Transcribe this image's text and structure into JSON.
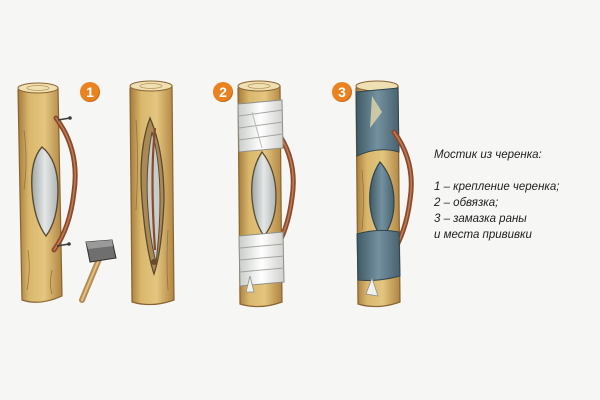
{
  "badges": [
    "1",
    "2",
    "3"
  ],
  "legend": {
    "title": "Мостик из черенка:",
    "items": [
      "1 – крепление черенка;",
      "2 – обвязка;",
      "3 – замазка раны",
      "и места прививки"
    ]
  },
  "colors": {
    "bark": "#d8b56a",
    "bark_dark": "#9b7238",
    "wound": "#cfd3d3",
    "scion": "#8a4a2c",
    "binding": "#f1f2ee",
    "putty": "#5b7784",
    "badge": "#e9821f"
  }
}
